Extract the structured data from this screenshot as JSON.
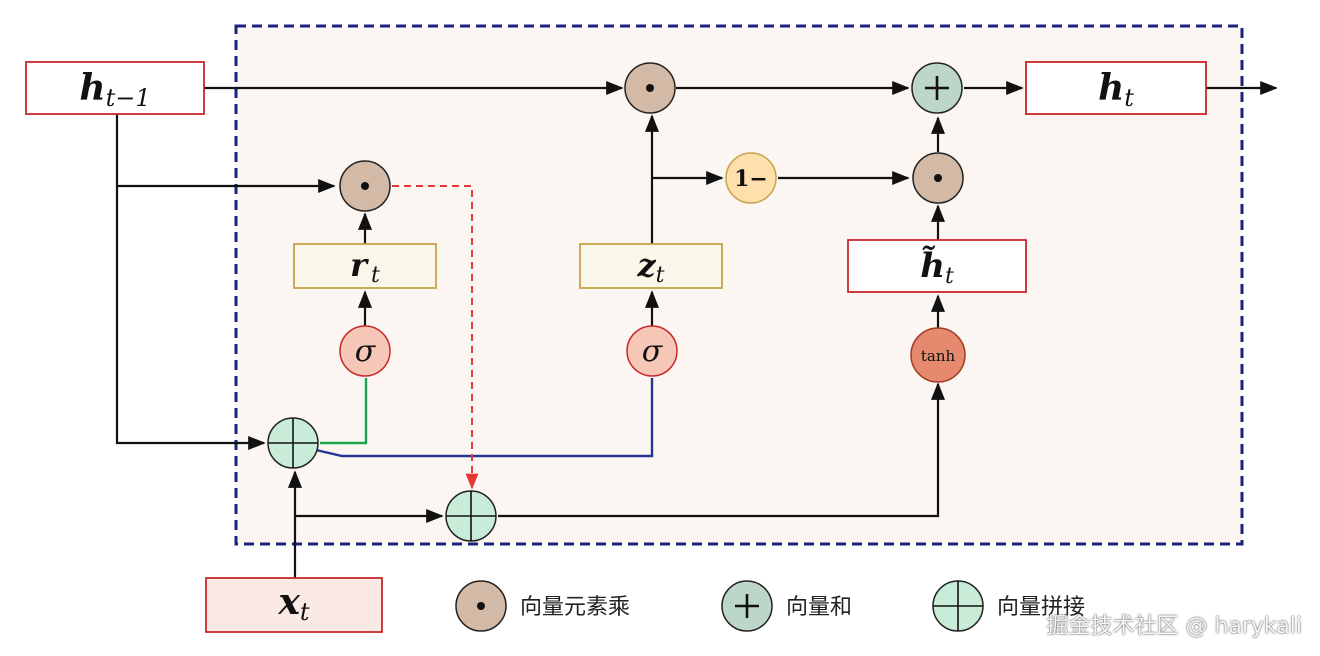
{
  "labels": {
    "h_prev": {
      "main": "h",
      "sub": "t−1"
    },
    "h_t": {
      "main": "h",
      "sub": "t"
    },
    "r_t": {
      "main": "r",
      "sub": "t"
    },
    "z_t": {
      "main": "z",
      "sub": "t"
    },
    "h_tilde": {
      "main": "h̃",
      "sub": "t"
    },
    "x_t": {
      "main": "x",
      "sub": "t"
    }
  },
  "operators": {
    "dot": "•",
    "plus": "+",
    "sigma": "σ",
    "one_minus": "1−",
    "tanh": "tanh"
  },
  "legend": {
    "elementwise_mul": "向量元素乘",
    "vector_sum": "向量和",
    "vector_concat": "向量拼接"
  },
  "watermark": "掘金技术社区 @ harykali",
  "colors": {
    "frame_border": "#1a237e",
    "frame_fill": "#fcf6f2",
    "dot_circle": "#d2baa6",
    "plus_circle": "#bcd6c8",
    "concat_circle": "#c8ecd8",
    "sigma_circle": "#f6c6b6",
    "tanh_circle": "#e58a6e",
    "one_minus_circle": "#fde0ac",
    "reset_path": "#e53935",
    "green_path": "#1aa54c",
    "blue_path": "#283593"
  }
}
